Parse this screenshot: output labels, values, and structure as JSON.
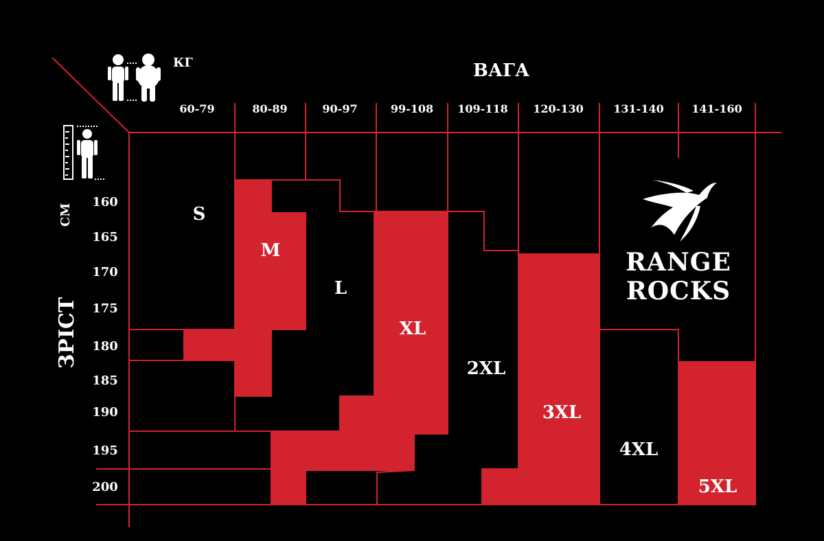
{
  "chart_data": {
    "type": "table",
    "title": "ВАГА",
    "x_label": "ВАГА",
    "x_unit": "КГ",
    "y_label": "ЗРІСТ",
    "y_unit": "СМ",
    "weight_ranges": [
      "60-79",
      "80-89",
      "90-97",
      "99-108",
      "109-118",
      "120-130",
      "131-140",
      "141-160"
    ],
    "heights": [
      "160",
      "165",
      "170",
      "175",
      "180",
      "185",
      "190",
      "195",
      "200"
    ],
    "sizes": [
      "S",
      "M",
      "L",
      "XL",
      "2XL",
      "3XL",
      "4XL",
      "5XL"
    ],
    "colors": {
      "background": "#000000",
      "accent": "#d2232f",
      "text": "#ffffff"
    }
  },
  "brand": {
    "line1": "RANGE",
    "line2": "ROCKS"
  },
  "icons": [
    "weight-people-icon",
    "height-ruler-icon",
    "swallow-logo-icon"
  ]
}
